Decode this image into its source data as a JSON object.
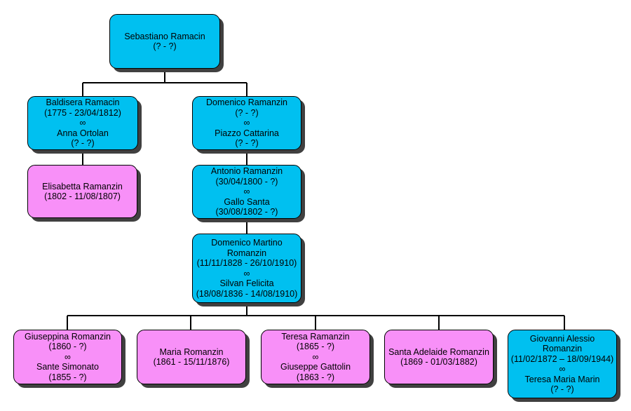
{
  "colors": {
    "male": "#00c0f0",
    "female": "#f890f8",
    "line": "#000000",
    "shadow": "#404040"
  },
  "nodes": {
    "sebastiano": {
      "name": "Sebastiano Ramacin",
      "dates": "(? - ?)"
    },
    "baldisera": {
      "name": "Baldisera Ramacin",
      "dates": "(1775 - 23/04/1812)",
      "sep": "∞",
      "spouse": "Anna Ortolan",
      "spouse_dates": "(? - ?)"
    },
    "domenico": {
      "name": "Domenico Ramanzin",
      "dates": "(? - ?)",
      "sep": "∞",
      "spouse": "Piazzo Cattarina",
      "spouse_dates": "(? - ?)"
    },
    "elisabetta": {
      "name": "Elisabetta Ramanzin",
      "dates": "(1802 - 11/08/1807)"
    },
    "antonio": {
      "name": "Antonio Ramanzin",
      "dates": "(30/04/1800 - ?)",
      "sep": "∞",
      "spouse": "Gallo Santa",
      "spouse_dates": "(30/08/1802 - ?)"
    },
    "domenico_martino": {
      "name_line1": "Domenico Martino",
      "name_line2": "Romanzin",
      "dates": "(11/11/1828 - 26/10/1910)",
      "sep": "∞",
      "spouse": "Silvan Felicita",
      "spouse_dates": "(18/08/1836 - 14/08/1910)"
    },
    "giuseppina": {
      "name": "Giuseppina Romanzin",
      "dates": "(1860 - ?)",
      "sep": "∞",
      "spouse": "Sante Simonato",
      "spouse_dates": "(1855 - ?)"
    },
    "maria": {
      "name": "Maria Romanzin",
      "dates": "(1861 - 15/11/1876)"
    },
    "teresa": {
      "name": "Teresa Ramanzin",
      "dates": "(1865 - ?)",
      "sep": "∞",
      "spouse": "Giuseppe Gattolin",
      "spouse_dates": "(1863 - ?)"
    },
    "santa_adelaide": {
      "name": "Santa Adelaide Romanzin",
      "dates": "(1869 - 01/03/1882)"
    },
    "giovanni": {
      "name_line1": "Giovanni Alessio",
      "name_line2": "Romanzin",
      "dates": "(11/02/1872 – 18/09/1944)",
      "sep": "∞",
      "spouse": "Teresa Maria Marin",
      "spouse_dates": "(? - ?)"
    }
  }
}
